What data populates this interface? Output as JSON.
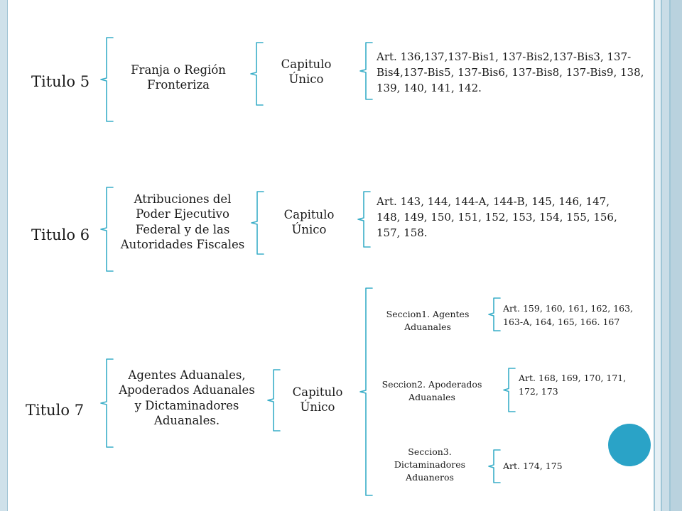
{
  "colors": {
    "bracket": "#3aaec8",
    "accent_circle": "#2aa3c7",
    "frame": "#9fc6d6"
  },
  "titulo5": {
    "label": "Titulo 5",
    "subject": "Franja o Región Fronteriza",
    "chapter": "Capitulo Único",
    "articles": "Art. 136,137,137-Bis1, 137-Bis2,137-Bis3, 137-Bis4,137-Bis5, 137-Bis6, 137-Bis8, 137-Bis9, 138, 139, 140, 141, 142."
  },
  "titulo6": {
    "label": "Titulo 6",
    "subject": "Atribuciones del Poder Ejecutivo Federal y de las Autoridades Fiscales",
    "chapter": "Capitulo Único",
    "articles": "Art. 143, 144, 144-A, 144-B, 145, 146, 147, 148, 149, 150, 151, 152, 153, 154, 155, 156, 157, 158."
  },
  "titulo7": {
    "label": "Titulo 7",
    "subject": "Agentes Aduanales, Apoderados Aduanales y Dictaminadores Aduanales.",
    "chapter": "Capitulo Único",
    "sections": [
      {
        "name": "Seccion1. Agentes Aduanales",
        "articles": "Art. 159, 160, 161, 162, 163, 163-A, 164, 165, 166. 167"
      },
      {
        "name": "Seccion2. Apoderados Aduanales",
        "articles": "Art. 168, 169, 170, 171, 172, 173"
      },
      {
        "name": "Seccion3. Dictaminadores Aduaneros",
        "articles": "Art. 174, 175"
      }
    ]
  }
}
